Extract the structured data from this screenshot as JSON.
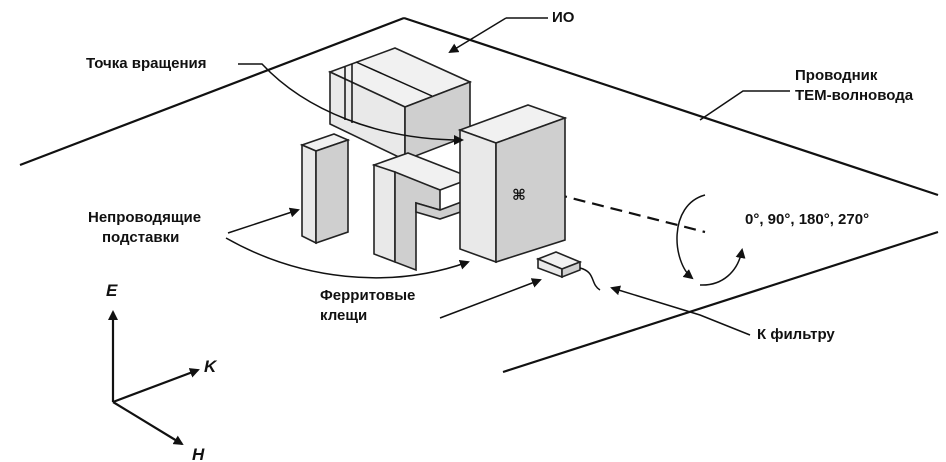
{
  "labels": {
    "eut": "ИО",
    "rotation_point": "Точка вращения",
    "conductor_line1": "Проводник",
    "conductor_line2": "ТЕМ-волновода",
    "angles": "0°, 90°, 180°, 270°",
    "supports_line1": "Непроводящие",
    "supports_line2": "подставки",
    "ferrite_line1": "Ферритовые",
    "ferrite_line2": "клещи",
    "to_filter": "К фильтру"
  },
  "axes": {
    "e": "E",
    "k": "K",
    "h": "H"
  }
}
